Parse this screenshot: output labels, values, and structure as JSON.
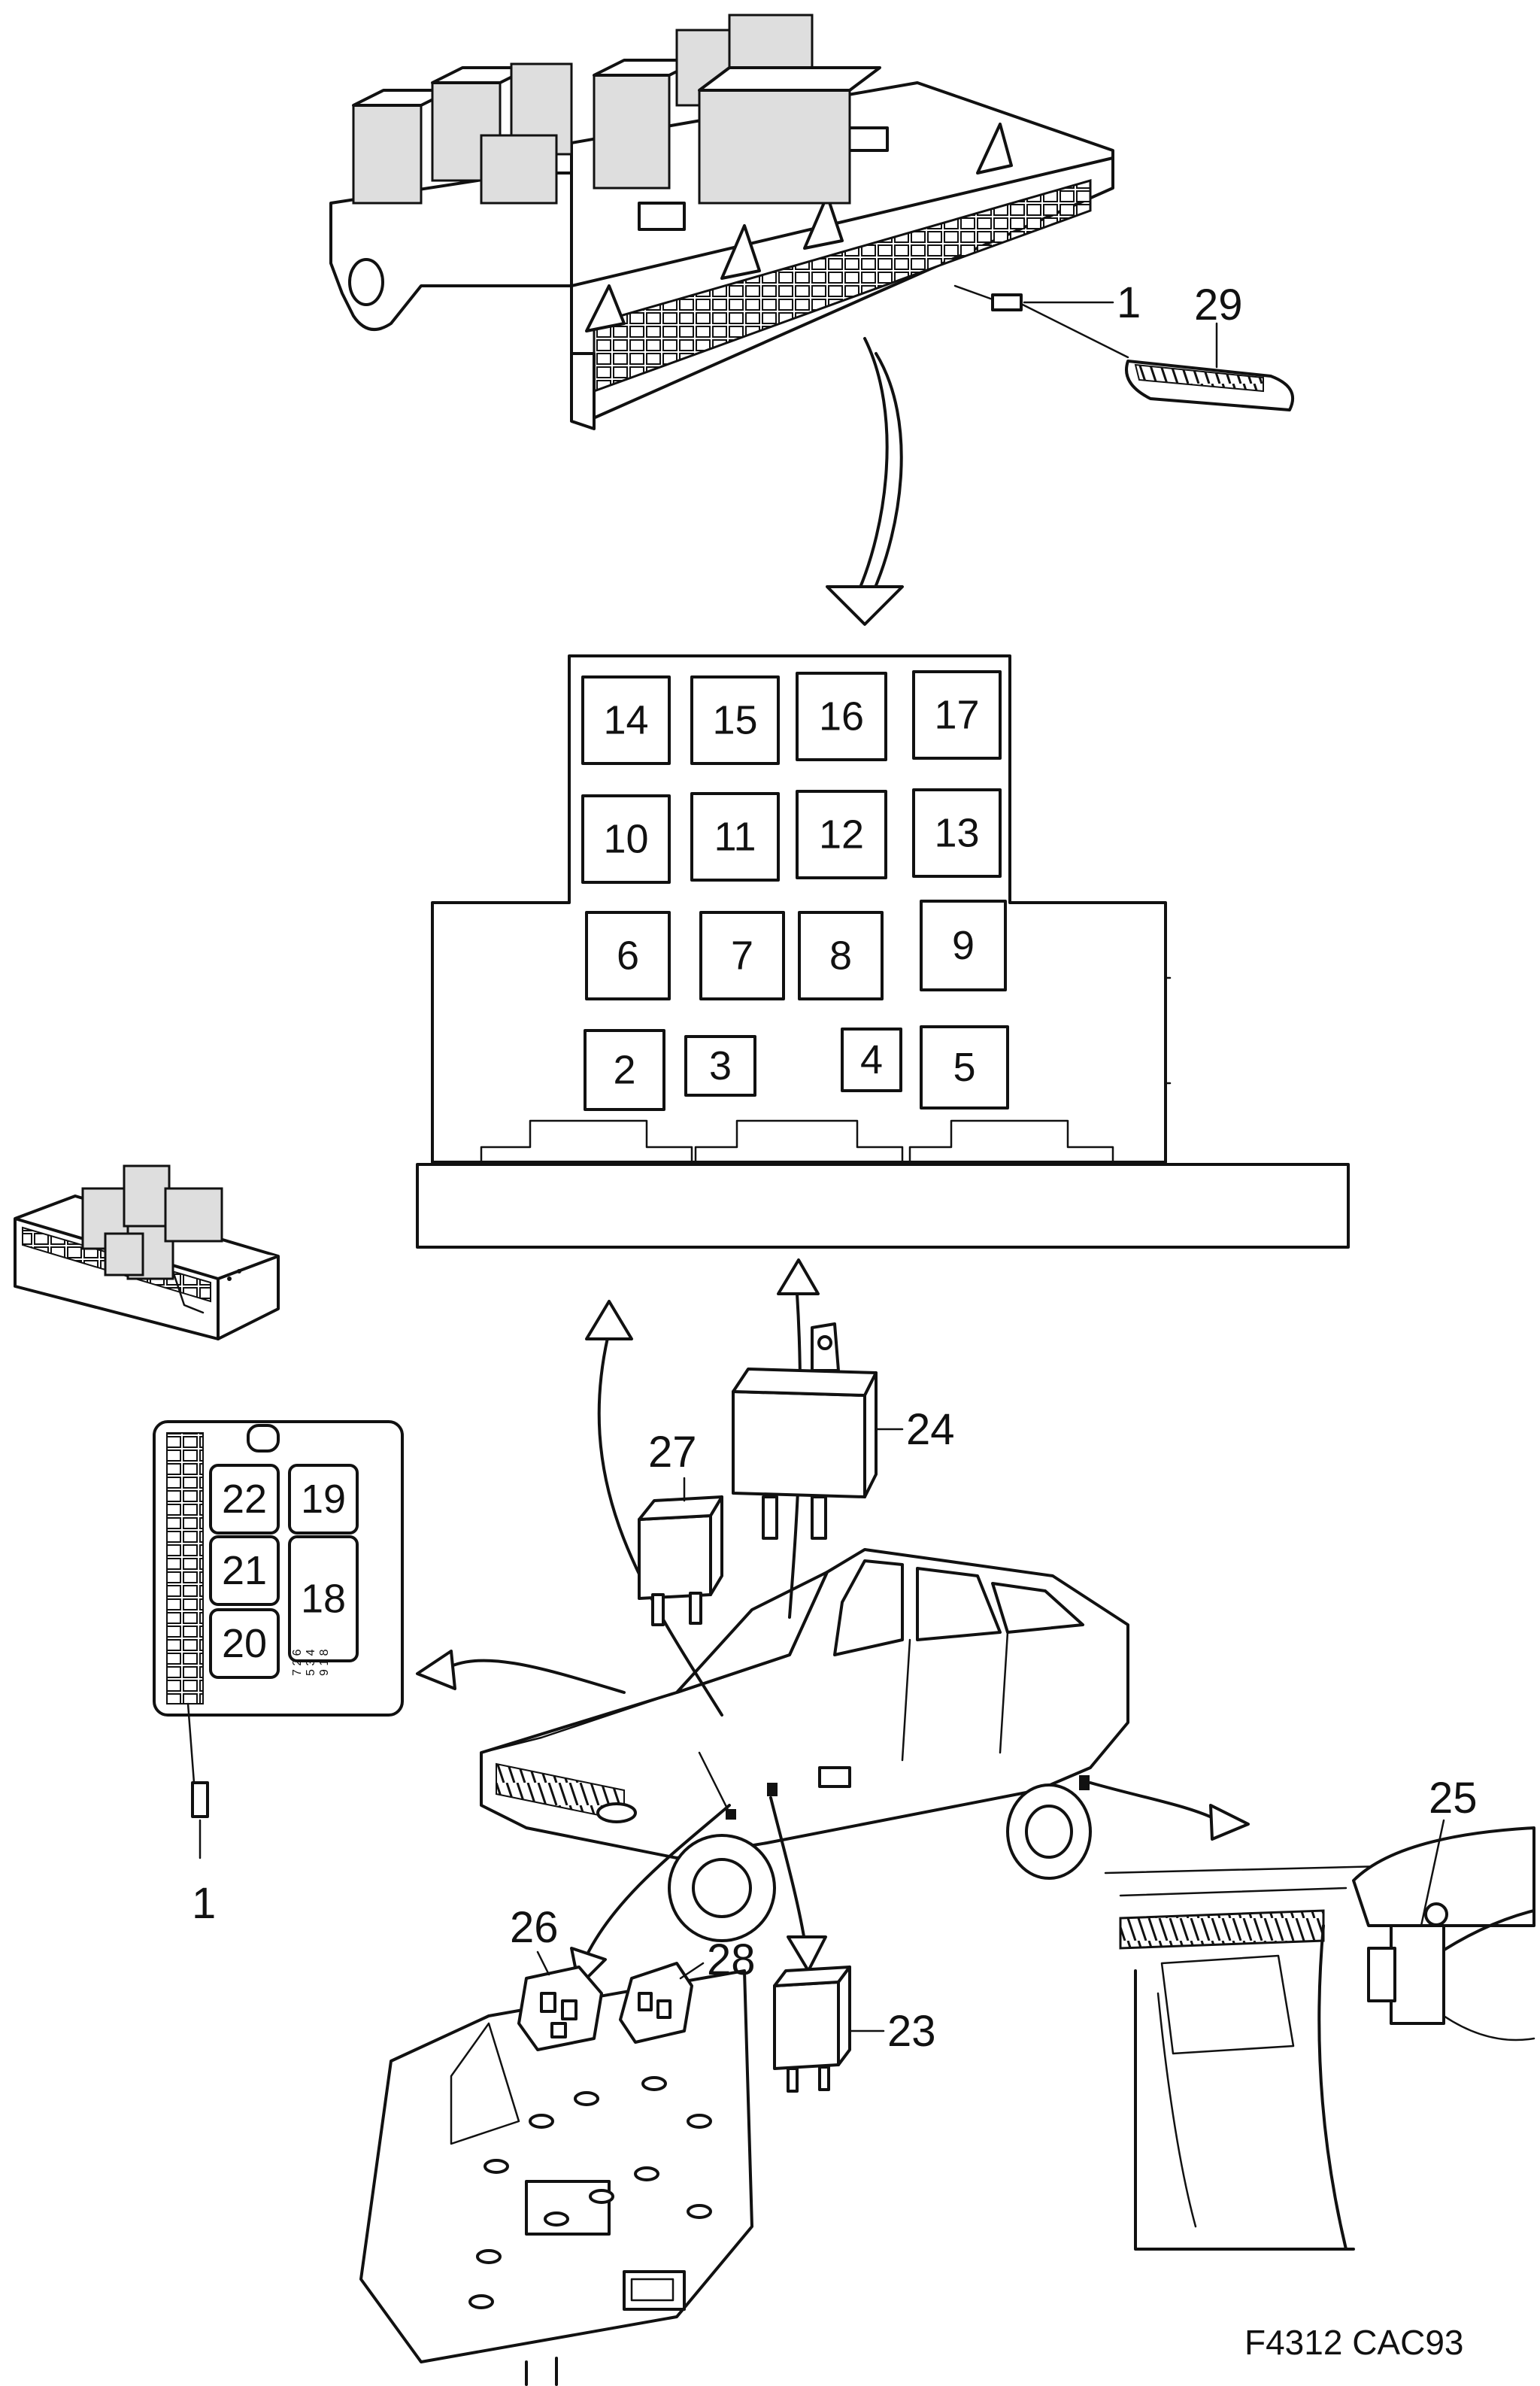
{
  "main_relay_panel": {
    "slots": [
      {
        "label": "14"
      },
      {
        "label": "15"
      },
      {
        "label": "16"
      },
      {
        "label": "17"
      },
      {
        "label": "10"
      },
      {
        "label": "11"
      },
      {
        "label": "12"
      },
      {
        "label": "13"
      },
      {
        "label": "6"
      },
      {
        "label": "7"
      },
      {
        "label": "8"
      },
      {
        "label": "9"
      },
      {
        "label": "2"
      },
      {
        "label": "3"
      },
      {
        "label": "4"
      },
      {
        "label": "5"
      }
    ]
  },
  "aux_relay_panel": {
    "slots": [
      {
        "label": "22"
      },
      {
        "label": "19"
      },
      {
        "label": "21"
      },
      {
        "label": "18"
      },
      {
        "label": "20"
      }
    ],
    "pin_legend": [
      "7 2 6",
      "5 3 4",
      "9 1 8"
    ]
  },
  "callouts": {
    "fuse_top": "1",
    "fuse_puller": "29",
    "fuse_aux": "1",
    "relay_24": "24",
    "relay_27": "27",
    "relay_26": "26",
    "relay_28": "28",
    "relay_23": "23",
    "relay_25": "25"
  },
  "figure_code": "F4312 CAC93"
}
